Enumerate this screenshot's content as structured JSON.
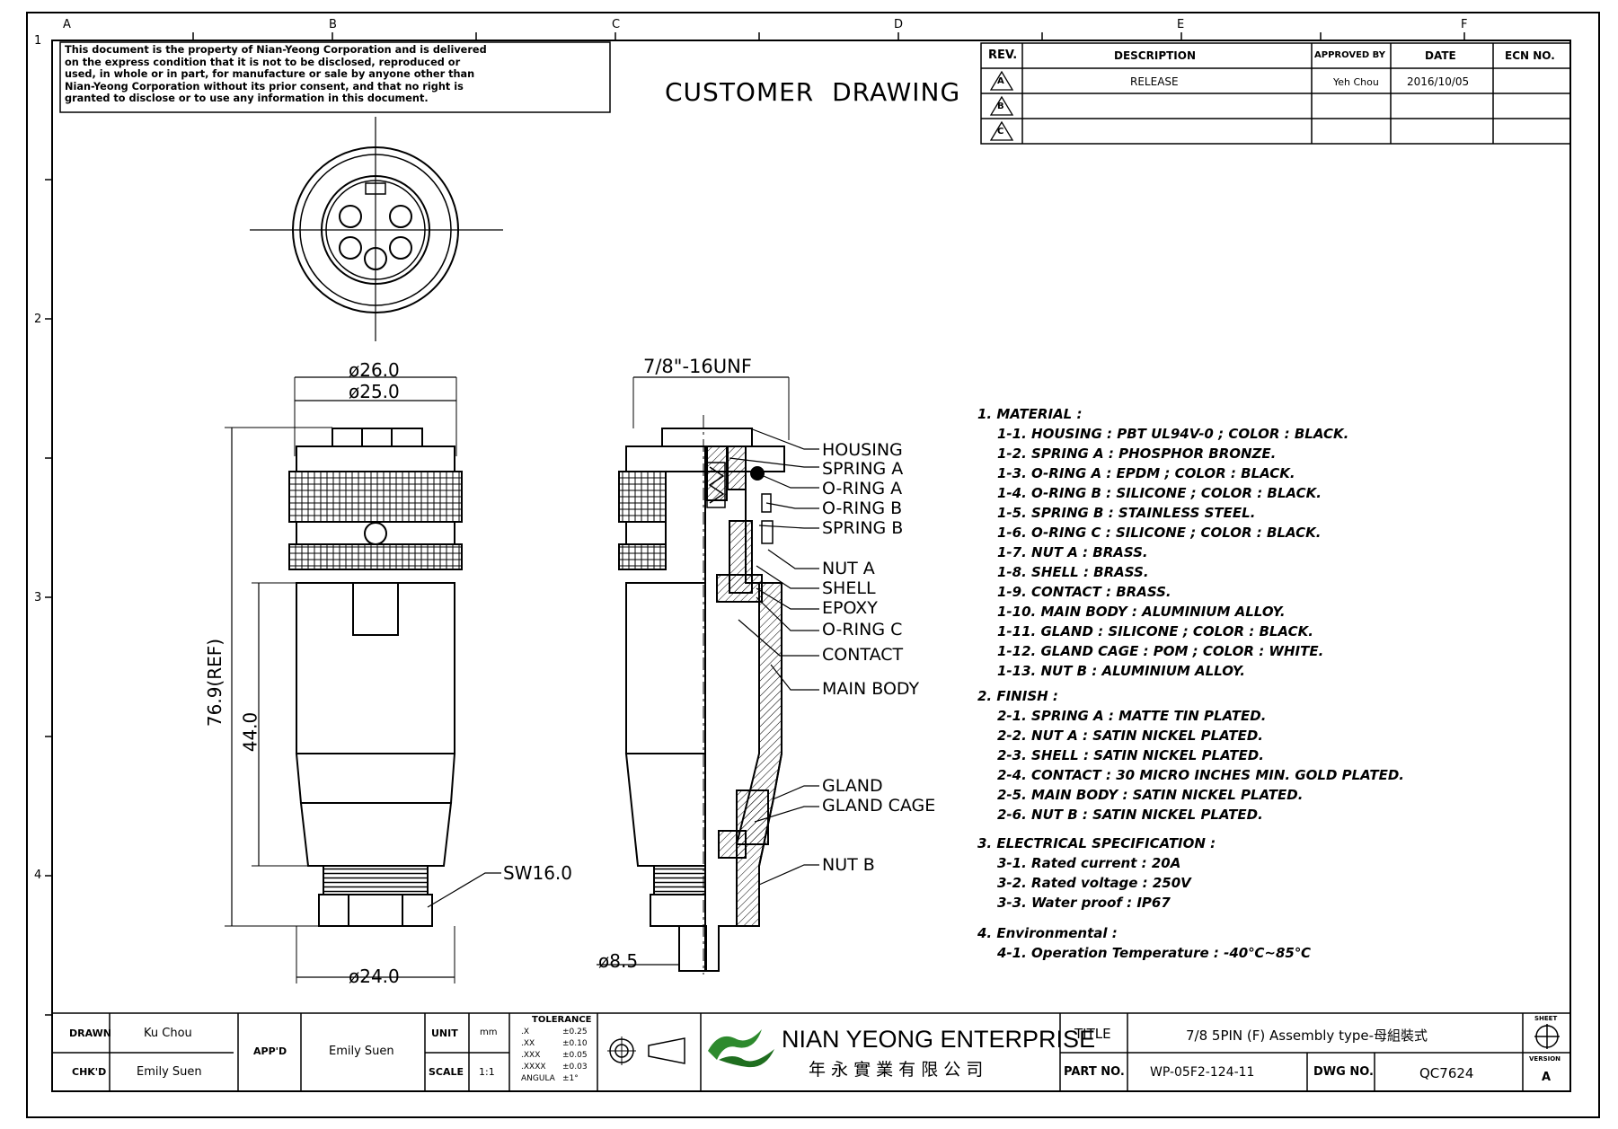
{
  "frame": {
    "col_labels": [
      "A",
      "B",
      "C",
      "D",
      "E",
      "F"
    ],
    "row_labels": [
      "1",
      "2",
      "3",
      "4"
    ]
  },
  "notice": {
    "lines": [
      "This document is the property of Nian-Yeong Corporation and is delivered",
      "on  the  express condition that it is not to be disclosed, reproduced or",
      "used, in whole or in part, for manufacture or sale by anyone other than",
      "Nian-Yeong Corporation without  its prior consent, and that  no right  is",
      "granted to disclose or to use any information in this  document."
    ]
  },
  "title_banner": "CUSTOMER  DRAWING",
  "revision_table": {
    "headers": [
      "REV.",
      "DESCRIPTION",
      "APPROVED BY",
      "DATE",
      "ECN NO."
    ],
    "rows": [
      {
        "rev": "A",
        "description": "RELEASE",
        "approved_by": "Yeh Chou",
        "date": "2016/10/05",
        "ecn": ""
      },
      {
        "rev": "B",
        "description": "",
        "approved_by": "",
        "date": "",
        "ecn": ""
      },
      {
        "rev": "C",
        "description": "",
        "approved_by": "",
        "date": "",
        "ecn": ""
      }
    ]
  },
  "dimensions": {
    "d26": "ø26.0",
    "d25": "ø25.0",
    "len_ref": "76.9(REF)",
    "len44": "44.0",
    "sw": "SW16.0",
    "d24": "ø24.0",
    "thread": "7/8\"-16UNF",
    "d85": "ø8.5"
  },
  "callouts": [
    "HOUSING",
    "SPRING A",
    "O-RING A",
    "O-RING B",
    "SPRING B",
    "NUT A",
    "SHELL",
    "EPOXY",
    "O-RING C",
    "CONTACT",
    "MAIN BODY",
    "GLAND",
    "GLAND CAGE",
    "NUT B"
  ],
  "notes": {
    "sections": [
      {
        "heading": "1.  MATERIAL  :",
        "items": [
          "1-1.  HOUSING  :  PBT  UL94V-0  ;  COLOR  :  BLACK.",
          "1-2.  SPRING  A  :  PHOSPHOR  BRONZE.",
          "1-3.  O-RING  A  :  EPDM  ;  COLOR  :  BLACK.",
          "1-4.  O-RING  B  :  SILICONE  ;  COLOR  :  BLACK.",
          "1-5.  SPRING  B  :  STAINLESS  STEEL.",
          "1-6.  O-RING  C  :  SILICONE  ;  COLOR  :  BLACK.",
          "1-7.  NUT  A  :  BRASS.",
          "1-8.  SHELL  :  BRASS.",
          "1-9.  CONTACT  :  BRASS.",
          "1-10.  MAIN  BODY  :  ALUMINIUM  ALLOY.",
          "1-11.  GLAND  :  SILICONE  ;  COLOR  :  BLACK.",
          "1-12.  GLAND  CAGE  :  POM  ;  COLOR  :  WHITE.",
          "1-13.  NUT  B  :  ALUMINIUM  ALLOY."
        ]
      },
      {
        "heading": "2.  FINISH  :",
        "items": [
          "2-1.  SPRING  A  :  MATTE  TIN  PLATED.",
          "2-2.  NUT  A  :  SATIN  NICKEL  PLATED.",
          "2-3.  SHELL  :  SATIN  NICKEL  PLATED.",
          "2-4.  CONTACT  :  30  MICRO  INCHES  MIN.  GOLD  PLATED.",
          "2-5.  MAIN  BODY  :  SATIN  NICKEL  PLATED.",
          "2-6.  NUT  B  :  SATIN  NICKEL  PLATED."
        ]
      },
      {
        "heading": "3.  ELECTRICAL  SPECIFICATION  :",
        "items": [
          "3-1.  Rated  current  :  20A",
          "3-2.  Rated  voltage  :  250V",
          "3-3.  Water  proof  :  IP67"
        ]
      },
      {
        "heading": "4.  Environmental  :",
        "items": [
          "4-1.  Operation  Temperature  :  -40℃~85℃"
        ]
      }
    ]
  },
  "title_block": {
    "drawn_label": "DRAWN",
    "drawn_value": "Ku Chou",
    "checked_label": "CHK'D",
    "checked_value": "Emily Suen",
    "approved_label": "APP'D",
    "approved_value": "Emily Suen",
    "unit_label": "UNIT",
    "unit_value": "mm",
    "scale_label": "SCALE",
    "scale_value": "1:1",
    "tolerance_title": "TOLERANCE",
    "tolerances": [
      {
        "fmt": ".X",
        "val": "±0.25"
      },
      {
        "fmt": ".XX",
        "val": "±0.10"
      },
      {
        "fmt": ".XXX",
        "val": "±0.05"
      },
      {
        "fmt": ".XXXX",
        "val": "±0.03"
      },
      {
        "fmt": "ANGULA",
        "val": "±1°"
      }
    ],
    "company_en": "NIAN YEONG ENTERPRISE",
    "company_zh": "年 永 實 業 有 限 公 司",
    "title_label": "TITLE",
    "title_value": "7/8 5PIN (F) Assembly type-母組裝式",
    "part_label": "PART NO.",
    "part_value": "WP-05F2-124-11",
    "dwg_label": "DWG NO.",
    "dwg_value": "QC7624",
    "sheet_label": "SHEET",
    "version_label": "VERSION",
    "version_value": "A"
  }
}
